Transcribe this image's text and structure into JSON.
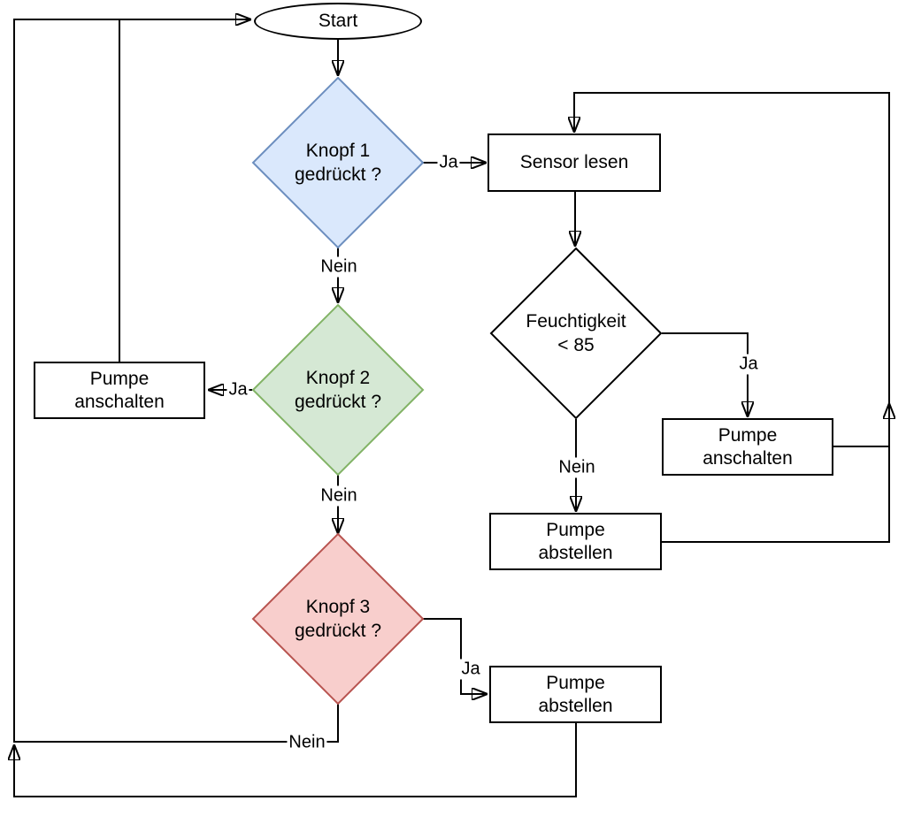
{
  "diagram": {
    "background": "#ffffff",
    "line_color": "#000000",
    "nodes": {
      "start": {
        "label": "Start",
        "fill": "#ffffff",
        "stroke": "#000000"
      },
      "knopf1": {
        "label": "Knopf 1\ngedrückt ?",
        "fill": "#dae8fc",
        "stroke": "#6c8ebf"
      },
      "knopf2": {
        "label": "Knopf 2\ngedrückt ?",
        "fill": "#d5e8d4",
        "stroke": "#82b366"
      },
      "knopf3": {
        "label": "Knopf 3\ngedrückt ?",
        "fill": "#f8cecc",
        "stroke": "#b85450"
      },
      "feuchtigkeit": {
        "label": "Feuchtigkeit\n< 85",
        "fill": "#ffffff",
        "stroke": "#000000"
      },
      "sensor_lesen": {
        "label": "Sensor lesen",
        "fill": "#ffffff",
        "stroke": "#000000"
      },
      "pumpe_anschalten_left": {
        "label": "Pumpe\nanschalten",
        "fill": "#ffffff",
        "stroke": "#000000"
      },
      "pumpe_anschalten_right": {
        "label": "Pumpe\nanschalten",
        "fill": "#ffffff",
        "stroke": "#000000"
      },
      "pumpe_abstellen_mid": {
        "label": "Pumpe\nabstellen",
        "fill": "#ffffff",
        "stroke": "#000000"
      },
      "pumpe_abstellen_bottom": {
        "label": "Pumpe\nabstellen",
        "fill": "#ffffff",
        "stroke": "#000000"
      }
    },
    "edge_labels": {
      "knopf1_ja": "Ja",
      "knopf1_nein": "Nein",
      "knopf2_ja": "Ja",
      "knopf2_nein": "Nein",
      "knopf3_ja": "Ja",
      "knopf3_nein": "Nein",
      "feuchtigkeit_ja": "Ja",
      "feuchtigkeit_nein": "Nein"
    }
  }
}
